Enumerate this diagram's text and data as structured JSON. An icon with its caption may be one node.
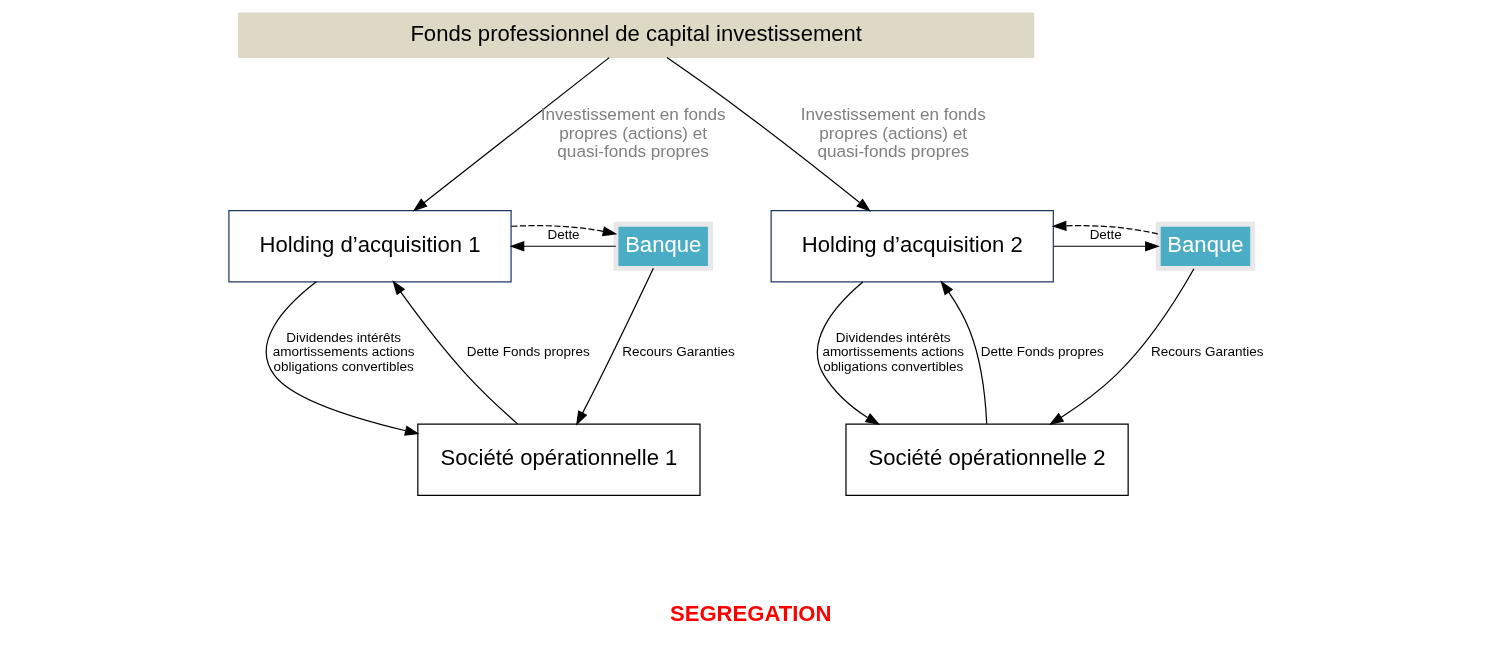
{
  "diagram": {
    "nodes": [
      {
        "text": [
          "Fonds professionnel de capital investissement"
        ]
      },
      {
        "text": [
          "Banque"
        ]
      },
      {
        "text": [
          "Holding d’acquisition 1"
        ]
      },
      {
        "text": [
          "Société opérationnelle 1"
        ]
      },
      {
        "text": [
          "Holding d’acquisition 2"
        ]
      },
      {
        "text": [
          "Banque"
        ]
      },
      {
        "text": [
          "Société opérationnelle 2"
        ]
      }
    ],
    "edges": [
      {
        "from": 0,
        "to": 2,
        "arrow": "to",
        "label": "Investissement en fonds propres (actions) et quasi-fonds propres"
      },
      {
        "from": 0,
        "to": 4,
        "arrow": "to",
        "label": "Investissement en fonds propres (actions) et quasi-fonds propres"
      },
      {
        "from": 1,
        "to": 2,
        "arrow": "to",
        "label": "Dette"
      },
      {
        "from": 2,
        "to": 1,
        "arrow": "to",
        "style": "dashed"
      },
      {
        "from": 1,
        "to": 3,
        "arrow": "to",
        "label": "Recours Garanties"
      },
      {
        "from": 2,
        "to": 3,
        "arrow": "to",
        "label": "Dividendes intérêts amortissements actions obligations convertibles"
      },
      {
        "from": 3,
        "to": 2,
        "arrow": "to",
        "label": "Dette Fonds propres"
      },
      {
        "from": 4,
        "to": 5,
        "arrow": "to",
        "label": "Dette"
      },
      {
        "from": 5,
        "to": 4,
        "arrow": "to",
        "style": "dashed"
      },
      {
        "from": 5,
        "to": 6,
        "arrow": "to",
        "label": "Recours Garanties"
      },
      {
        "from": 4,
        "to": 6,
        "arrow": "to",
        "label": "Dividendes intérêts amortissements actions obligations convertibles"
      },
      {
        "from": 6,
        "to": 4,
        "arrow": "to",
        "label": "Dette Fonds propres"
      }
    ],
    "labels": [
      "SEGREGATION"
    ]
  }
}
